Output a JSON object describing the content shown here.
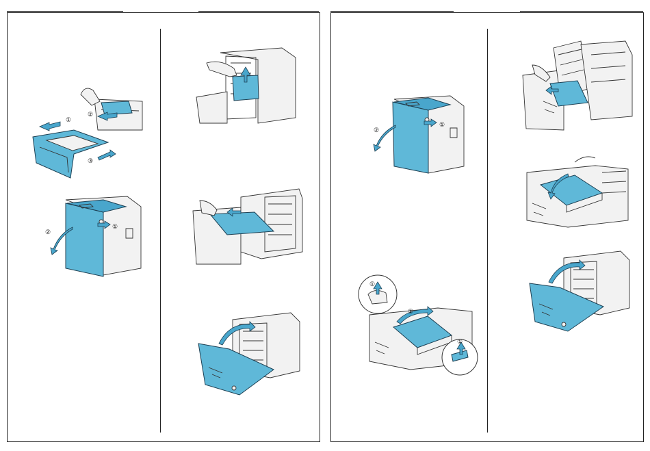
{
  "callouts": {
    "one": "①",
    "two": "②",
    "three": "③"
  },
  "colors": {
    "accent": "#5fb8d8",
    "outline": "#222222"
  },
  "icons": {
    "hand": "hand-icon",
    "arrow": "arrow-icon",
    "printer": "printer-icon"
  }
}
